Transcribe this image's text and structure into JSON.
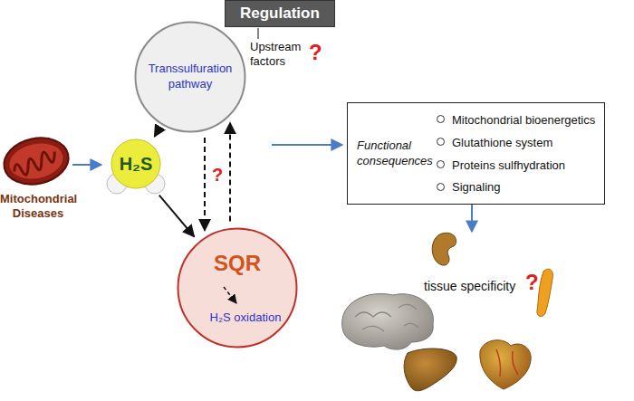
{
  "diagram": {
    "nodes": [
      {
        "text": [
          "Regulation"
        ]
      },
      {
        "text": [
          "Transsulfuration pathway"
        ]
      },
      {
        "text": [
          "H₂S"
        ]
      },
      {
        "text": [
          "SQR",
          "H₂S oxidation"
        ]
      },
      {
        "text": [
          "Functional consequences",
          "Mitochondrial bioenergetics",
          "Glutathione system",
          "Proteins sulfhydration",
          "Signaling"
        ]
      }
    ],
    "edges": [
      {
        "from": 1,
        "to": 2,
        "arrow": "to"
      },
      {
        "from": 2,
        "to": 3,
        "arrow": "to"
      },
      {
        "from": 1,
        "to": 3,
        "arrow": "to"
      },
      {
        "from": 3,
        "to": 1,
        "arrow": "to"
      }
    ],
    "labels": [
      "Upstream factors",
      "?",
      "?",
      "Mitochondrial Diseases",
      "tissue specificity",
      "?"
    ]
  }
}
